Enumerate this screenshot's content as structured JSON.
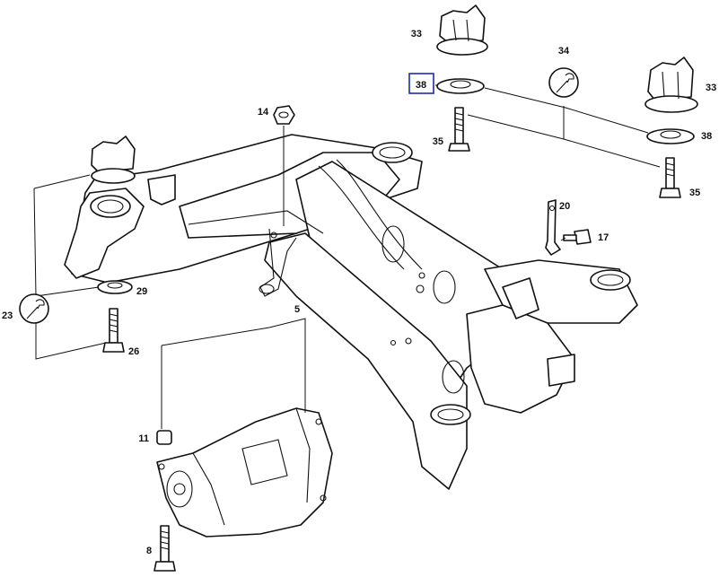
{
  "diagram": {
    "callouts": [
      {
        "id": "c33a",
        "label": "33"
      },
      {
        "id": "c38a",
        "label": "38",
        "highlighted": true
      },
      {
        "id": "c34",
        "label": "34"
      },
      {
        "id": "c33b",
        "label": "33"
      },
      {
        "id": "c38b",
        "label": "38"
      },
      {
        "id": "c35a",
        "label": "35"
      },
      {
        "id": "c35b",
        "label": "35"
      },
      {
        "id": "c14",
        "label": "14"
      },
      {
        "id": "c20",
        "label": "20"
      },
      {
        "id": "c17",
        "label": "17"
      },
      {
        "id": "c29",
        "label": "29"
      },
      {
        "id": "c23",
        "label": "23"
      },
      {
        "id": "c26",
        "label": "26"
      },
      {
        "id": "c5",
        "label": "5"
      },
      {
        "id": "c11",
        "label": "11"
      },
      {
        "id": "c8",
        "label": "8"
      }
    ],
    "highlight_color": "#1c2ea8",
    "icons": [
      "wrench-icon",
      "wrench-icon"
    ]
  }
}
